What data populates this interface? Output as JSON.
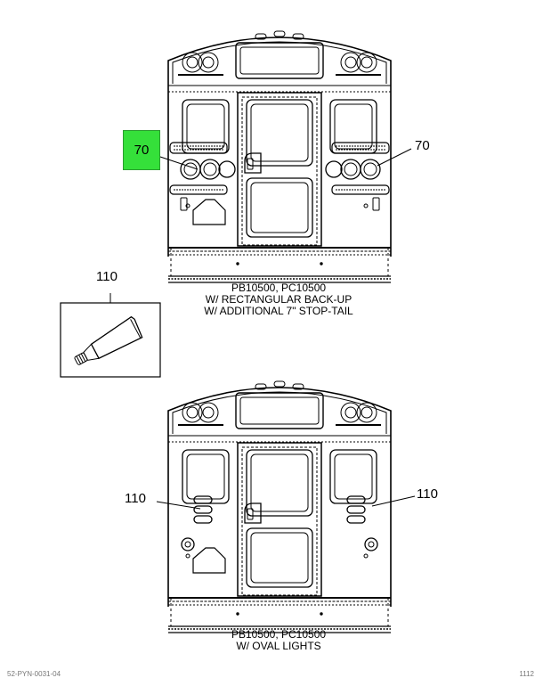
{
  "callouts": {
    "top_left": "70",
    "top_right": "70",
    "tube": "110",
    "bottom_left": "110",
    "bottom_right": "110"
  },
  "captions": {
    "top": {
      "line1": "PB10500, PC10500",
      "line2": "W/ RECTANGULAR BACK-UP",
      "line3": "W/ ADDITIONAL 7\" STOP-TAIL"
    },
    "bottom": {
      "line1": "PB10500, PC10500",
      "line2": "W/ OVAL LIGHTS"
    }
  },
  "footer": {
    "left": "52-PYN-0031-04",
    "right": "1112"
  },
  "colors": {
    "highlight": "#35e03a",
    "line": "#000000"
  }
}
